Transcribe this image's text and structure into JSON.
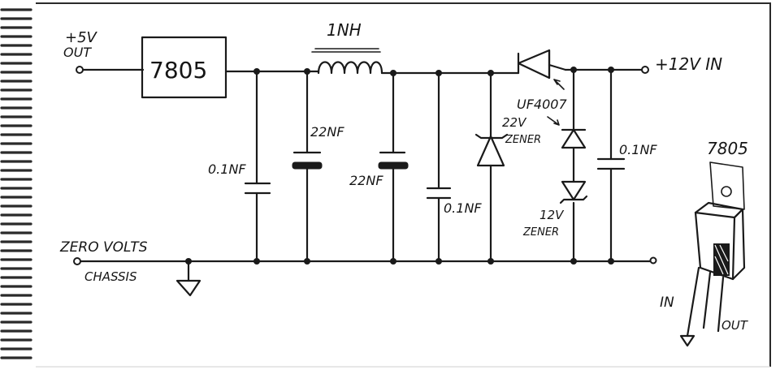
{
  "labels": {
    "out5v_line1": "+5V",
    "out5v_line2": "OUT",
    "regulator": "7805",
    "inductor": "1NH",
    "in12v": "+12V IN",
    "diode": "UF4007",
    "cap_left": "0.1NF",
    "cap_electro1": "22NF",
    "cap_electro2": "22NF",
    "cap_mid": "0.1NF",
    "zener22_line1": "22V",
    "zener22_line2": "ZENER",
    "zener12_line1": "12V",
    "zener12_line2": "ZENER",
    "cap_right": "0.1NF",
    "zero_volts": "ZERO VOLTS",
    "chassis": "CHASSIS",
    "pkg_title": "7805",
    "pkg_in": "IN",
    "pkg_out": "OUT"
  }
}
